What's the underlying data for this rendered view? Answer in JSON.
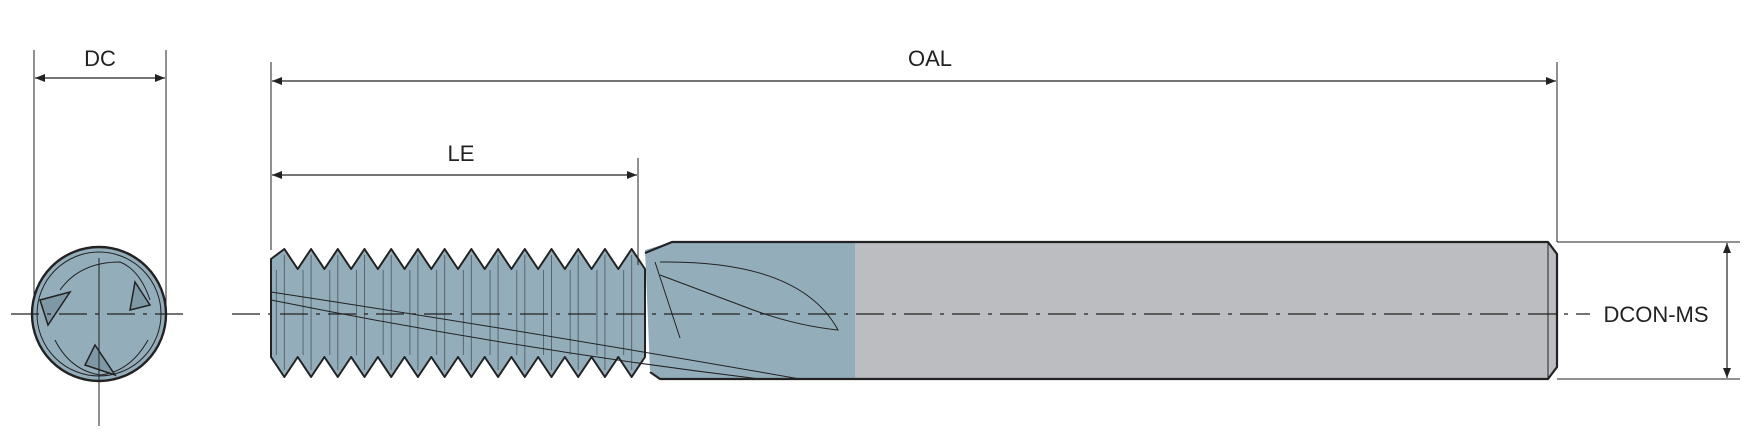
{
  "dimensions": {
    "dc": "DC",
    "oal": "OAL",
    "le": "LE",
    "dcon_ms": "DCON-MS"
  },
  "colors": {
    "cutting_part": "#93adbb",
    "shank": "#bcbdc1",
    "lines": "#222222"
  },
  "thread_count": 14
}
